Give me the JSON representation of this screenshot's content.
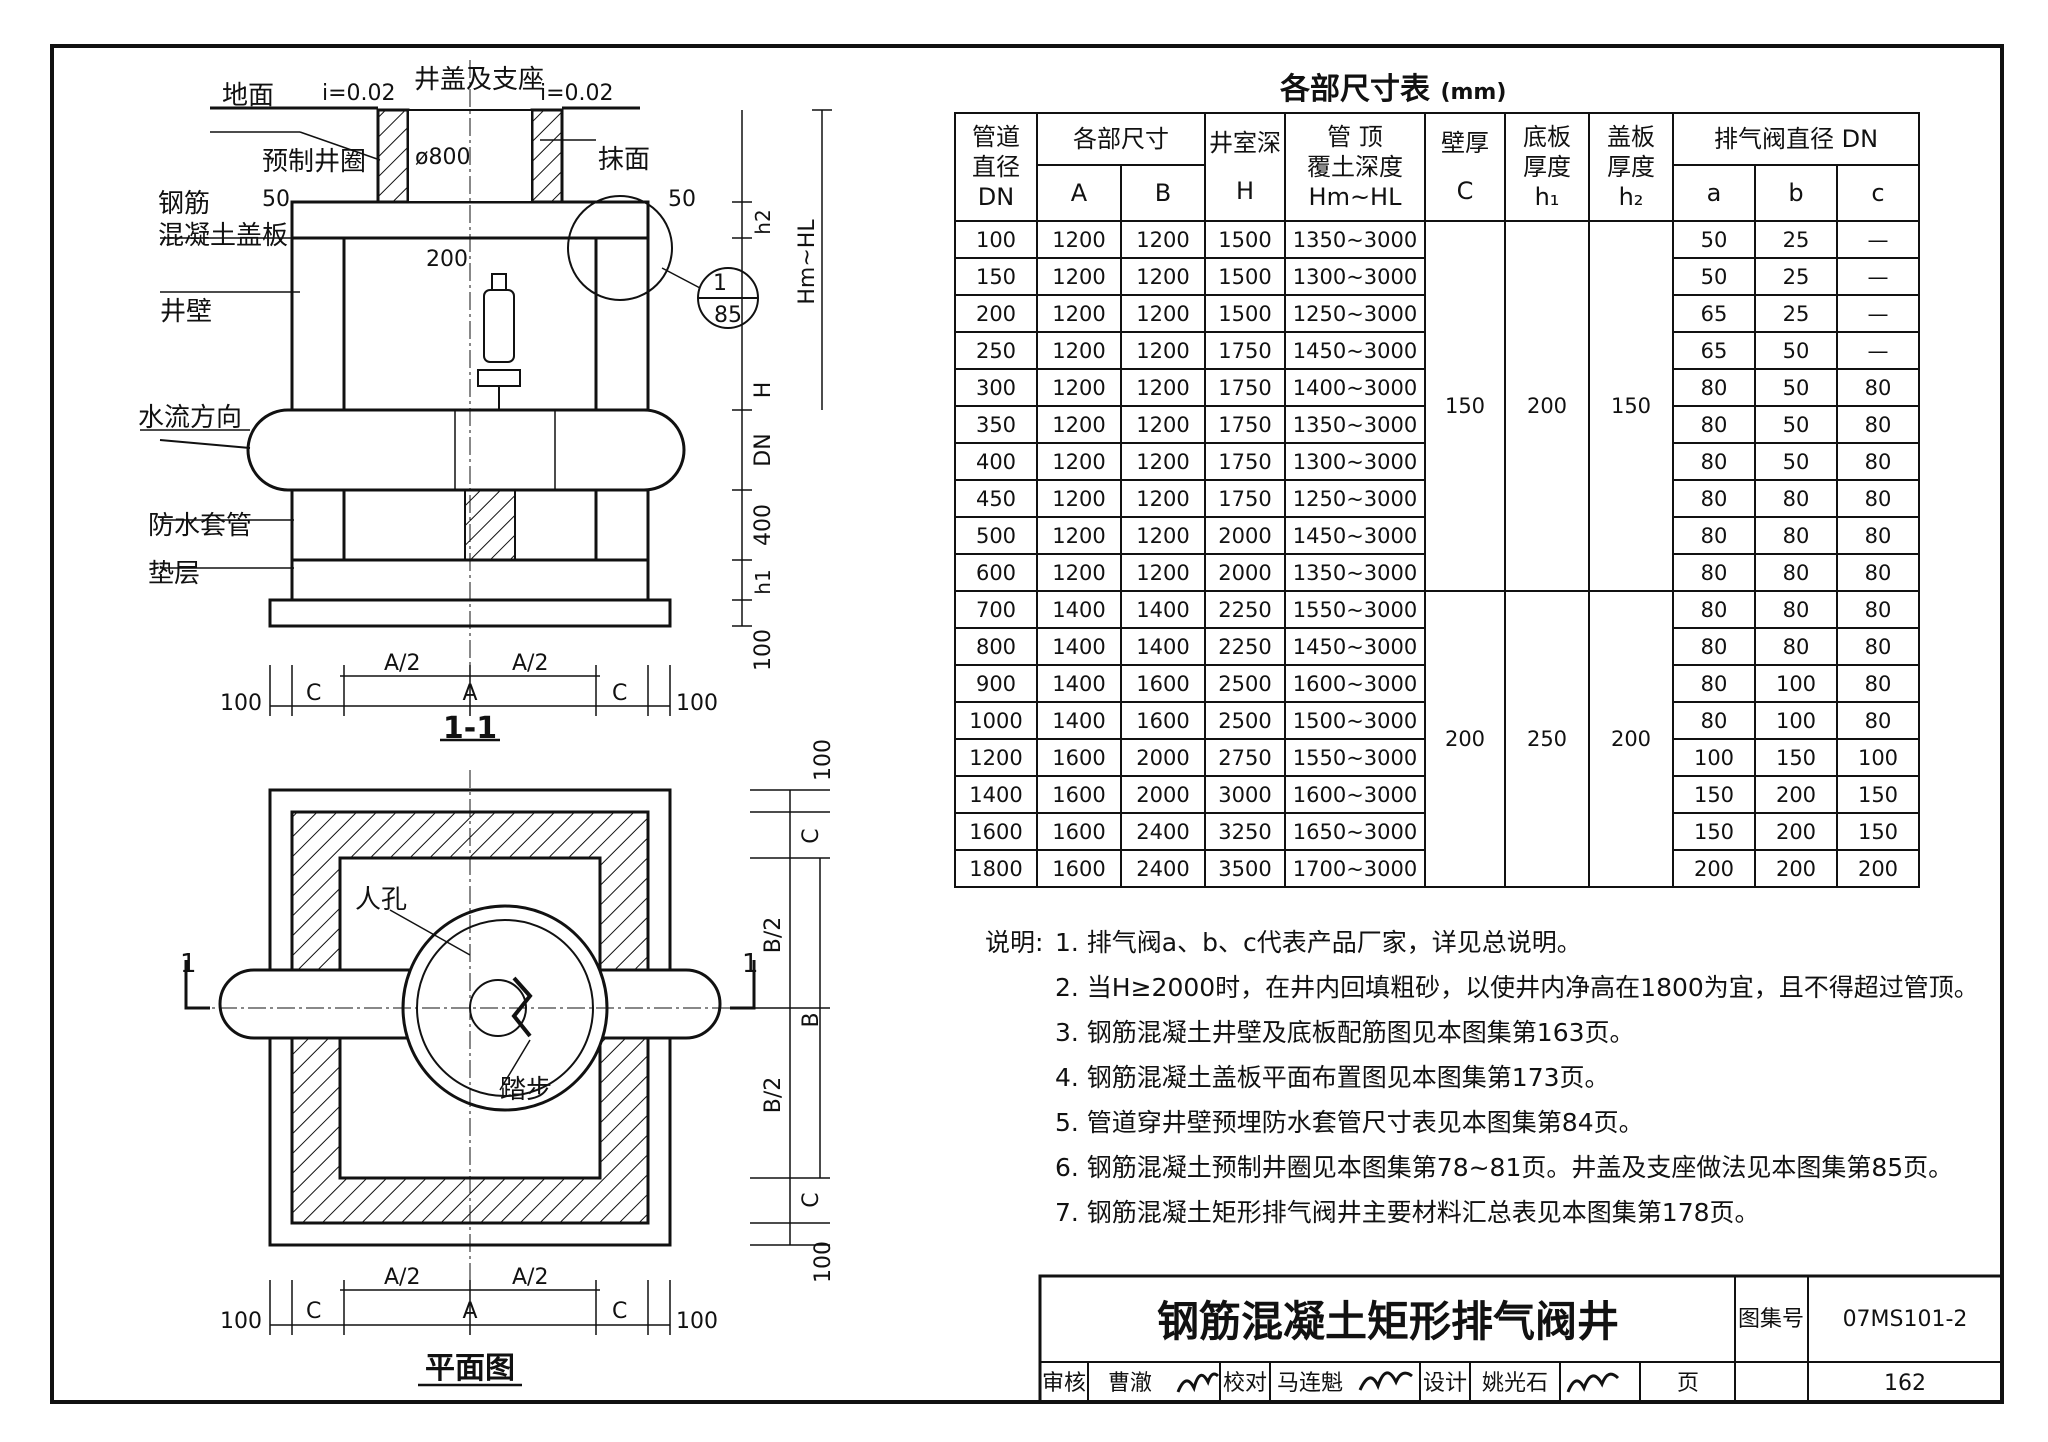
{
  "drawing": {
    "section_title": "1-1",
    "plan_title": "平面图",
    "labels": {
      "ground": "地面",
      "slope_left": "i=0.02",
      "slope_right": "i=0.02",
      "cover_seat": "井盖及支座",
      "precast_ring": "预制井圈",
      "plaster": "抹面",
      "opening": "ø800",
      "rc_cover_line1": "钢筋",
      "rc_cover_line2": "混凝土盖板",
      "well_wall": "井壁",
      "flow_dir": "水流方向",
      "sleeve": "防水套管",
      "cushion": "垫层",
      "manhole": "人孔",
      "step": "踏步",
      "detail_num": "1",
      "detail_page": "85"
    },
    "dims_section": {
      "d50_left": "50",
      "d50_right": "50",
      "d200": "200",
      "h2": "h2",
      "hm_hl": "Hm~HL",
      "h": "H",
      "dn": "DN",
      "d400": "400",
      "h1": "h1",
      "d100": "100",
      "a_half": "A/2",
      "a": "A",
      "c": "C",
      "d100b": "100"
    },
    "dims_plan": {
      "d100": "100",
      "c": "C",
      "b_half": "B/2",
      "b": "B",
      "a_half": "A/2",
      "a": "A",
      "sec_mark": "1"
    }
  },
  "table": {
    "title": "各部尺寸表",
    "unit": "(mm)",
    "headers": {
      "dn_lines": [
        "管道",
        "直径",
        "DN"
      ],
      "dims": "各部尺寸",
      "a": "A",
      "b": "B",
      "well_depth": "井室深",
      "h": "H",
      "cover_lines": [
        "管 顶",
        "覆土深度",
        "Hm~HL"
      ],
      "wall": "壁厚",
      "c": "C",
      "bottom_lines": [
        "底板",
        "厚度",
        "h₁"
      ],
      "top_lines": [
        "盖板",
        "厚度",
        "h₂"
      ],
      "valve": "排气阀直径 DN",
      "va": "a",
      "vb": "b",
      "vc": "c"
    },
    "rows": [
      [
        "100",
        "1200",
        "1200",
        "1500",
        "1350~3000",
        "50",
        "25",
        "—"
      ],
      [
        "150",
        "1200",
        "1200",
        "1500",
        "1300~3000",
        "50",
        "25",
        "—"
      ],
      [
        "200",
        "1200",
        "1200",
        "1500",
        "1250~3000",
        "65",
        "25",
        "—"
      ],
      [
        "250",
        "1200",
        "1200",
        "1750",
        "1450~3000",
        "65",
        "50",
        "—"
      ],
      [
        "300",
        "1200",
        "1200",
        "1750",
        "1400~3000",
        "80",
        "50",
        "80"
      ],
      [
        "350",
        "1200",
        "1200",
        "1750",
        "1350~3000",
        "80",
        "50",
        "80"
      ],
      [
        "400",
        "1200",
        "1200",
        "1750",
        "1300~3000",
        "80",
        "50",
        "80"
      ],
      [
        "450",
        "1200",
        "1200",
        "1750",
        "1250~3000",
        "80",
        "80",
        "80"
      ],
      [
        "500",
        "1200",
        "1200",
        "2000",
        "1450~3000",
        "80",
        "80",
        "80"
      ],
      [
        "600",
        "1200",
        "1200",
        "2000",
        "1350~3000",
        "80",
        "80",
        "80"
      ],
      [
        "700",
        "1400",
        "1400",
        "2250",
        "1550~3000",
        "80",
        "80",
        "80"
      ],
      [
        "800",
        "1400",
        "1400",
        "2250",
        "1450~3000",
        "80",
        "80",
        "80"
      ],
      [
        "900",
        "1400",
        "1600",
        "2500",
        "1600~3000",
        "80",
        "100",
        "80"
      ],
      [
        "1000",
        "1400",
        "1600",
        "2500",
        "1500~3000",
        "80",
        "100",
        "80"
      ],
      [
        "1200",
        "1600",
        "2000",
        "2750",
        "1550~3000",
        "100",
        "150",
        "100"
      ],
      [
        "1400",
        "1600",
        "2000",
        "3000",
        "1600~3000",
        "150",
        "200",
        "150"
      ],
      [
        "1600",
        "1600",
        "2400",
        "3250",
        "1650~3000",
        "150",
        "200",
        "150"
      ],
      [
        "1800",
        "1600",
        "2400",
        "3500",
        "1700~3000",
        "200",
        "200",
        "200"
      ]
    ],
    "groups": [
      {
        "c": "150",
        "h1": "200",
        "h2": "150"
      },
      {
        "c": "200",
        "h1": "250",
        "h2": "200"
      }
    ]
  },
  "notes": {
    "label": "说明:",
    "items": [
      "1. 排气阀a、b、c代表产品厂家，详见总说明。",
      "2. 当H≥2000时，在井内回填粗砂，以使井内净高在1800为宜，且不得超过管顶。",
      "3. 钢筋混凝土井壁及底板配筋图见本图集第163页。",
      "4. 钢筋混凝土盖板平面布置图见本图集第173页。",
      "5. 管道穿井壁预埋防水套管尺寸表见本图集第84页。",
      "6. 钢筋混凝土预制井圈见本图集第78~81页。井盖及支座做法见本图集第85页。",
      "7. 钢筋混凝土矩形排气阀井主要材料汇总表见本图集第178页。"
    ]
  },
  "title_block": {
    "title": "钢筋混凝土矩形排气阀井",
    "atlas_label": "图集号",
    "atlas_no": "07MS101-2",
    "review": "审核",
    "reviewer": "曹澈",
    "check": "校对",
    "checker": "马连魁",
    "design": "设计",
    "designer": "姚光石",
    "page_label": "页",
    "page_no": "162"
  }
}
